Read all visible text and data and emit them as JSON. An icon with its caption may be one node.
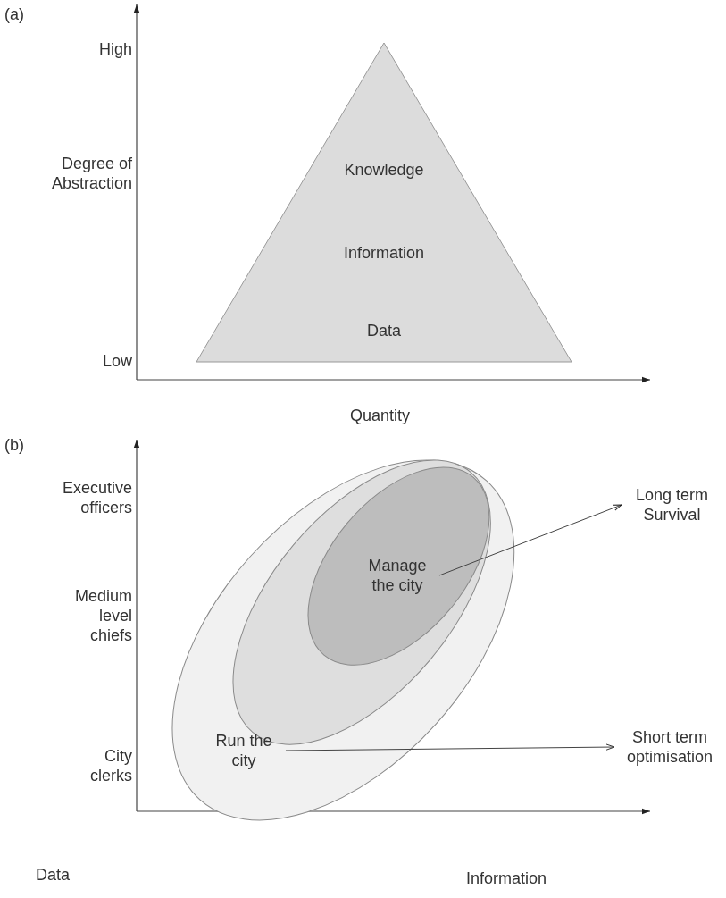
{
  "diagram": {
    "nodes": [
      {
        "text": [
          "Knowledge",
          "Information",
          "Data"
        ]
      },
      {
        "text": [],
        "shape": "ellipse"
      },
      {
        "text": [],
        "shape": "ellipse",
        "in": 1
      },
      {
        "text": [],
        "shape": "ellipse",
        "in": 2
      },
      {
        "text": [
          "Manage the city"
        ],
        "in": 3
      },
      {
        "text": [
          "Run the city"
        ],
        "in": 1
      },
      {
        "text": [
          "Long term Survival"
        ]
      },
      {
        "text": [
          "Short term optimisation"
        ]
      }
    ],
    "edges": [
      {
        "from": 4,
        "to": 6,
        "arrow": "to"
      },
      {
        "from": 5,
        "to": 7,
        "arrow": "to"
      }
    ],
    "labels": [
      "(a)",
      "High",
      "Degree of Abstraction",
      "Low",
      "Quantity",
      "(b)",
      "Executive officers",
      "Medium level chiefs",
      "City clerks",
      "Data",
      "Information"
    ]
  }
}
